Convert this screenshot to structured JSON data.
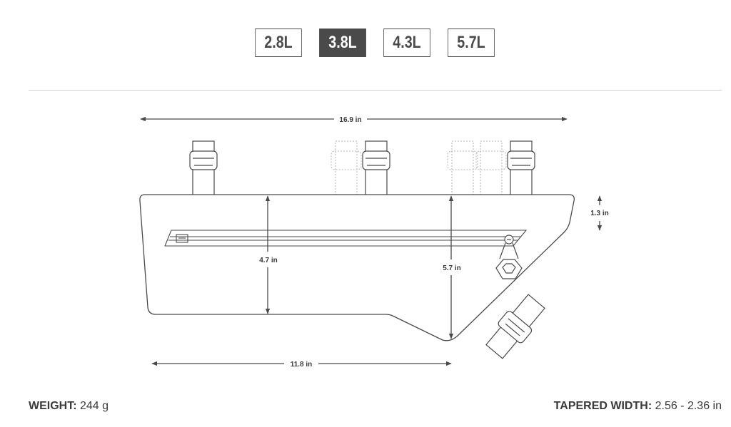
{
  "size_tabs": [
    {
      "label": "2.8L",
      "active": false
    },
    {
      "label": "3.8L",
      "active": true
    },
    {
      "label": "4.3L",
      "active": false
    },
    {
      "label": "5.7L",
      "active": false
    }
  ],
  "diagram": {
    "dimensions": {
      "top_length": "16.9 in",
      "bottom_length": "11.8 in",
      "rear_height": "4.7 in",
      "front_height": "5.7 in",
      "taper_height": "1.3 in"
    }
  },
  "specs": {
    "weight_label": "WEIGHT:",
    "weight_value": "244 g",
    "width_label": "TAPERED WIDTH:",
    "width_value": "2.56 - 2.36 in"
  },
  "colors": {
    "outline": "#4a4a4a",
    "active_tab": "#4a4a4a",
    "ghost_strap": "#b5b5b5"
  }
}
